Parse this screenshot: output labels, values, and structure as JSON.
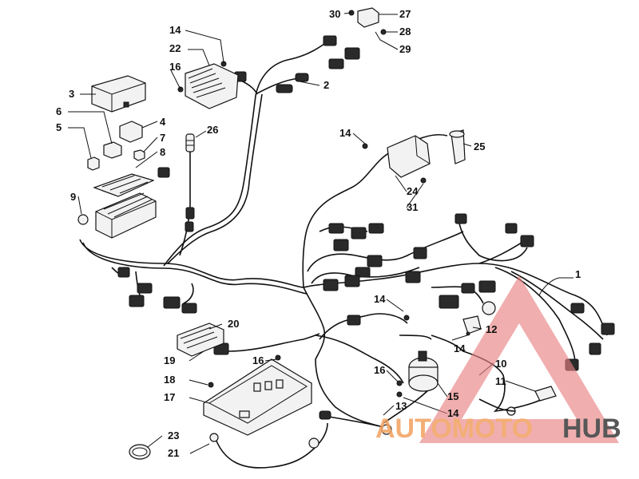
{
  "diagram": {
    "callouts": {
      "n1": "1",
      "n2": "2",
      "n3": "3",
      "n4": "4",
      "n5": "5",
      "n6": "6",
      "n7": "7",
      "n8": "8",
      "n9": "9",
      "n10": "10",
      "n11": "11",
      "n12": "12",
      "n13": "13",
      "n14a": "14",
      "n14b": "14",
      "n14c": "14",
      "n14d": "14",
      "n14e": "14",
      "n15": "15",
      "n16a": "16",
      "n16b": "16",
      "n16c": "16",
      "n17": "17",
      "n18": "18",
      "n19": "19",
      "n20": "20",
      "n21": "21",
      "n22": "22",
      "n23": "23",
      "n24": "24",
      "n25": "25",
      "n26": "26",
      "n27": "27",
      "n28": "28",
      "n29": "29",
      "n30": "30",
      "n31": "31"
    }
  },
  "watermark": {
    "part1": "AUTOMOTO",
    "part2": "HUB",
    "colors": {
      "accent": "#f2a15f",
      "dark": "#3a3a3a",
      "triangle": "#e88080"
    }
  }
}
